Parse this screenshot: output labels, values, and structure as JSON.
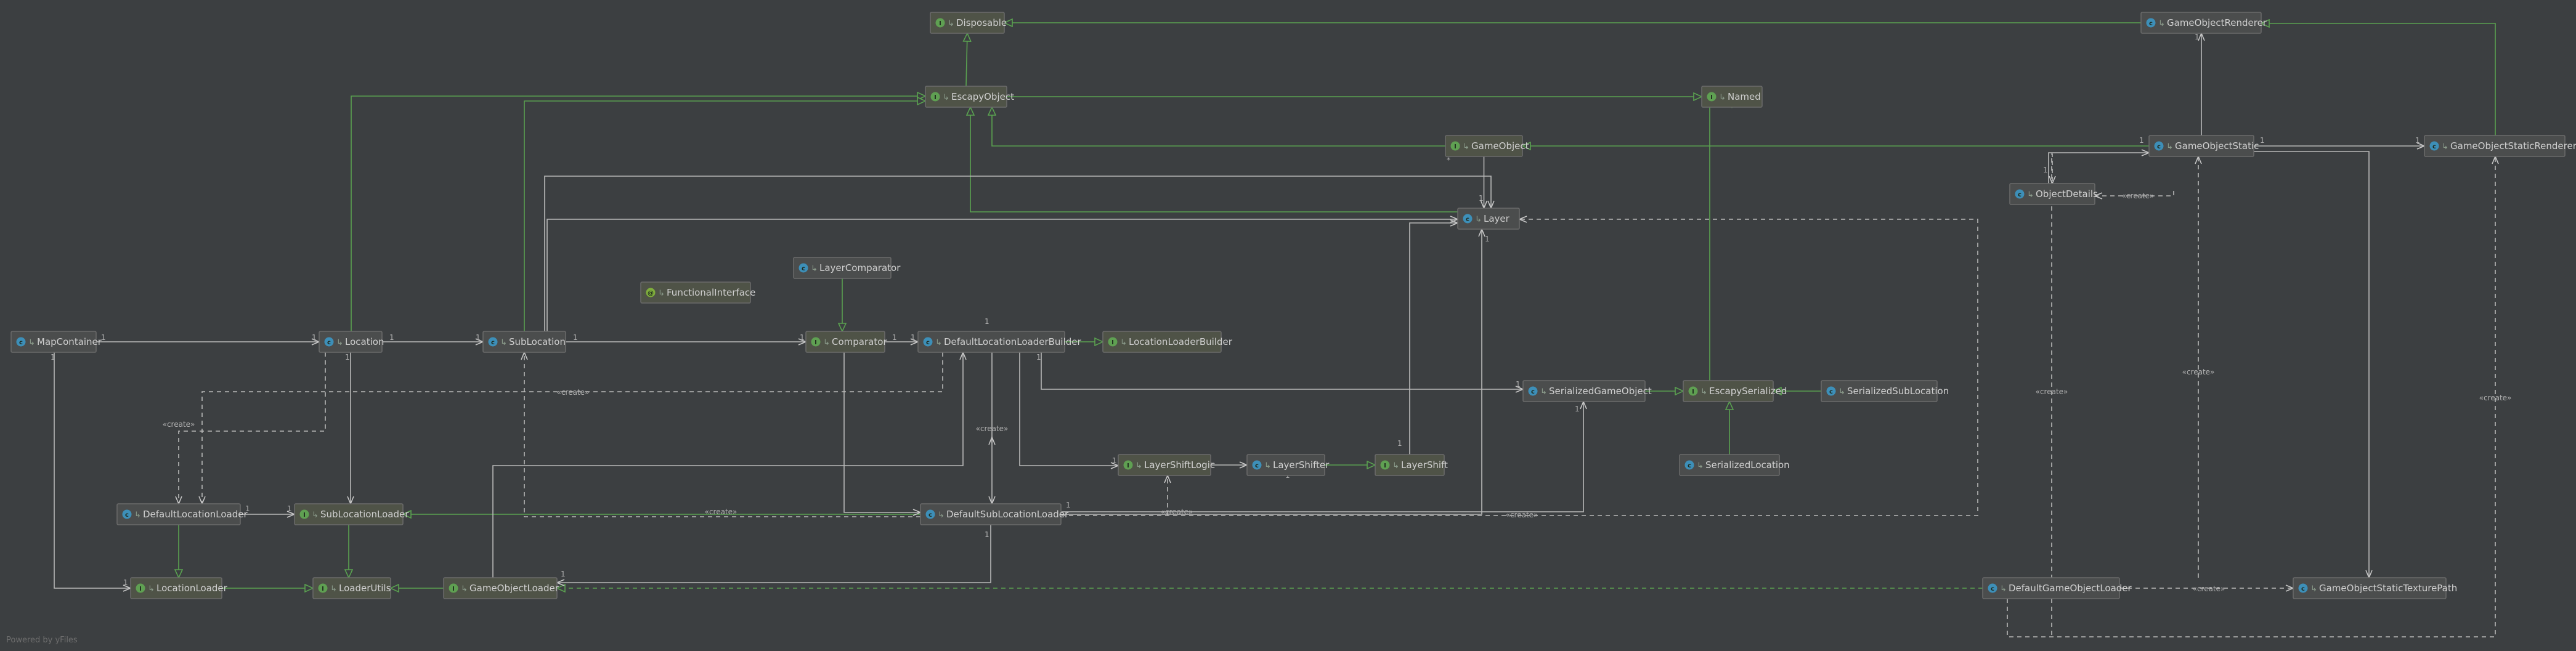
{
  "diagram": {
    "footer": "Powered by yFiles",
    "create_label": "«create»",
    "nodes": {
      "disposable": {
        "label": "Disposable",
        "kind": "interface"
      },
      "game_object_renderer": {
        "label": "GameObjectRenderer",
        "kind": "class"
      },
      "escapy_object": {
        "label": "EscapyObject",
        "kind": "interface"
      },
      "named": {
        "label": "Named",
        "kind": "interface"
      },
      "game_object": {
        "label": "GameObject",
        "kind": "interface"
      },
      "game_object_static": {
        "label": "GameObjectStatic",
        "kind": "class"
      },
      "game_object_static_renderer": {
        "label": "GameObjectStaticRenderer",
        "kind": "class"
      },
      "object_details": {
        "label": "ObjectDetails",
        "kind": "class"
      },
      "layer": {
        "label": "Layer",
        "kind": "class"
      },
      "layer_comparator": {
        "label": "LayerComparator",
        "kind": "class"
      },
      "functional_interface": {
        "label": "FunctionalInterface",
        "kind": "annotation"
      },
      "map_container": {
        "label": "MapContainer",
        "kind": "class"
      },
      "location": {
        "label": "Location",
        "kind": "class"
      },
      "sub_location": {
        "label": "SubLocation",
        "kind": "class"
      },
      "comparator": {
        "label": "Comparator",
        "kind": "interface"
      },
      "default_location_loader_builder": {
        "label": "DefaultLocationLoaderBuilder",
        "kind": "class"
      },
      "location_loader_builder": {
        "label": "LocationLoaderBuilder",
        "kind": "interface"
      },
      "serialized_game_object": {
        "label": "SerializedGameObject",
        "kind": "class"
      },
      "escapy_serialized": {
        "label": "EscapySerialized",
        "kind": "interface"
      },
      "serialized_sub_location": {
        "label": "SerializedSubLocation",
        "kind": "class"
      },
      "serialized_location": {
        "label": "SerializedLocation",
        "kind": "class"
      },
      "layer_shift_logic": {
        "label": "LayerShiftLogic",
        "kind": "interface"
      },
      "layer_shifter": {
        "label": "LayerShifter",
        "kind": "class"
      },
      "layer_shift": {
        "label": "LayerShift",
        "kind": "interface"
      },
      "default_location_loader": {
        "label": "DefaultLocationLoader",
        "kind": "class"
      },
      "sub_location_loader": {
        "label": "SubLocationLoader",
        "kind": "interface"
      },
      "default_sub_location_loader": {
        "label": "DefaultSubLocationLoader",
        "kind": "class"
      },
      "location_loader": {
        "label": "LocationLoader",
        "kind": "interface"
      },
      "loader_utils": {
        "label": "LoaderUtils",
        "kind": "interface"
      },
      "game_object_loader": {
        "label": "GameObjectLoader",
        "kind": "interface"
      },
      "default_game_object_loader": {
        "label": "DefaultGameObjectLoader",
        "kind": "class"
      },
      "game_object_static_texture_path": {
        "label": "GameObjectStaticTexturePath",
        "kind": "class"
      }
    },
    "colors": {
      "background": "#3c3f41",
      "node_fill": "#4b4d4d",
      "inheritance": "#5aa150",
      "association": "#b8b8b8",
      "class_icon": "#3d8fb8",
      "interface_icon": "#5fa052",
      "annotation_icon": "#7fae3c"
    }
  }
}
